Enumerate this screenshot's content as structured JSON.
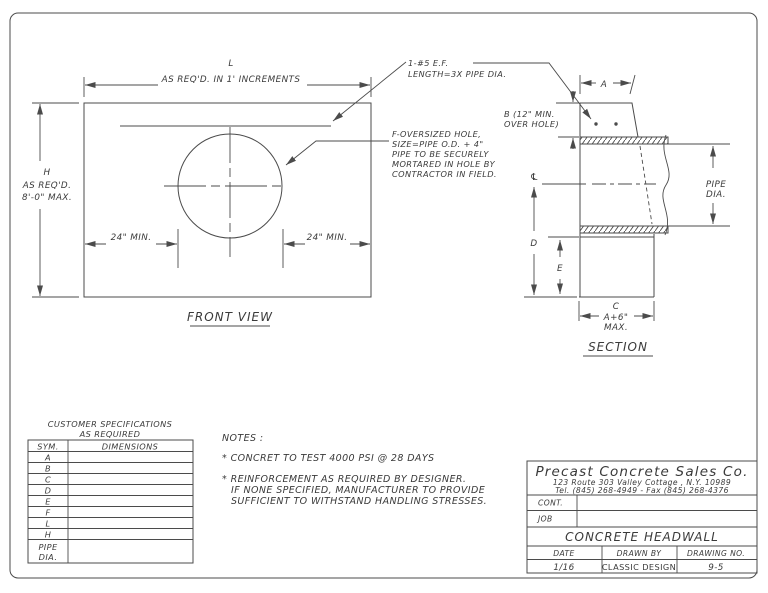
{
  "fv": {
    "title": "FRONT VIEW",
    "dim_l": "L",
    "dim_top": "AS REQ'D. IN 1' INCREMENTS",
    "h1": "H",
    "h2": "AS REQ'D.",
    "h3": "8'-0\" MAX.",
    "min_left": "24\" MIN.",
    "min_right": "24\" MIN."
  },
  "callout_rebar": {
    "l1": "1-#5 E.F.",
    "l2": "LENGTH=3X PIPE DIA."
  },
  "callout_hole": {
    "l1": "F-OVERSIZED HOLE,",
    "l2": "SIZE=PIPE O.D. + 4\"",
    "l3": "PIPE TO BE SECURELY",
    "l4": "MORTARED IN HOLE BY",
    "l5": "CONTRACTOR IN FIELD."
  },
  "sv": {
    "title": "SECTION",
    "a": "A",
    "b1": "B (12\" MIN.",
    "b2": "OVER HOLE)",
    "cl": "℄",
    "d": "D",
    "e": "E",
    "pipe1": "PIPE",
    "pipe2": "DIA.",
    "c1": "C",
    "c2": "A+6\"",
    "c3": "MAX."
  },
  "table": {
    "h1": "CUSTOMER SPECIFICATIONS",
    "h2": "AS REQUIRED",
    "sym": "SYM.",
    "dims": "DIMENSIONS",
    "rows": [
      "A",
      "B",
      "C",
      "D",
      "E",
      "F",
      "L",
      "H"
    ],
    "pipe1": "PIPE",
    "pipe2": "DIA."
  },
  "notes": {
    "title": "NOTES :",
    "n1": "* CONCRET TO TEST 4000 PSI @ 28 DAYS",
    "n2": "* REINFORCEMENT AS REQUIRED BY DESIGNER.",
    "n3": "IF NONE SPECIFIED, MANUFACTURER TO PROVIDE",
    "n4": "SUFFICIENT TO WITHSTAND HANDLING STRESSES."
  },
  "tb": {
    "company": "Precast Concrete Sales Co.",
    "address": "123 Route 303 Valley Cottage , N.Y. 10989",
    "phone": "Tel. (845) 268-4949 - Fax (845) 268-4376",
    "cont": "CONT.",
    "job": "JOB",
    "title": "CONCRETE HEADWALL",
    "date_l": "DATE",
    "drawn_l": "DRAWN BY",
    "no_l": "DRAWING NO.",
    "date_v": "1/16",
    "drawn_v": "CLASSIC DESIGN",
    "no_v": "9-5"
  },
  "colors": {
    "line": "#4b4b4b",
    "text": "#3a3a3a",
    "bg": "#ffffff"
  }
}
